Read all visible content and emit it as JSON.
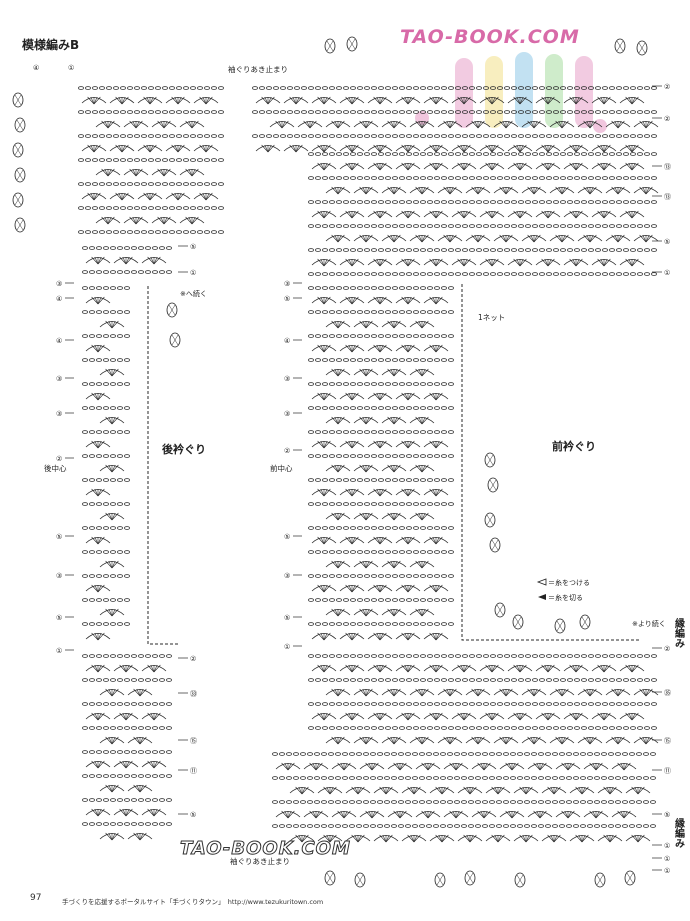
{
  "pattern": {
    "title": "模様編みB",
    "armhole_stop_top": "袖ぐりあき止まり",
    "armhole_stop_bottom": "袖ぐりあき止まり",
    "back_neck": "後衿ぐり",
    "front_neck": "前衿ぐり",
    "back_center": "後中心",
    "front_center": "前中心",
    "one_net": "1ネット",
    "continue_from": "※へ続く",
    "continue_to": "※より続く",
    "edging": "縁編み",
    "legend": {
      "attach": "＝糸をつける",
      "cut": "＝糸を切る"
    },
    "pattern_top_marks": [
      "④",
      "①"
    ]
  },
  "watermarks": {
    "top": "TAO-BOOK.COM",
    "bottom": "TAO-BOOK.COM"
  },
  "footer": {
    "page": "97",
    "text": "手づくりを応援するポータルサイト「手づくりタウン」　http://www.tezukuritown.com"
  },
  "colors": {
    "line": "#2a2a2a",
    "watermark_pink": "#e8a0c8",
    "watermark_blue": "#8fc8e8",
    "watermark_yellow": "#f2e08a",
    "watermark_green": "#a8dca0"
  }
}
